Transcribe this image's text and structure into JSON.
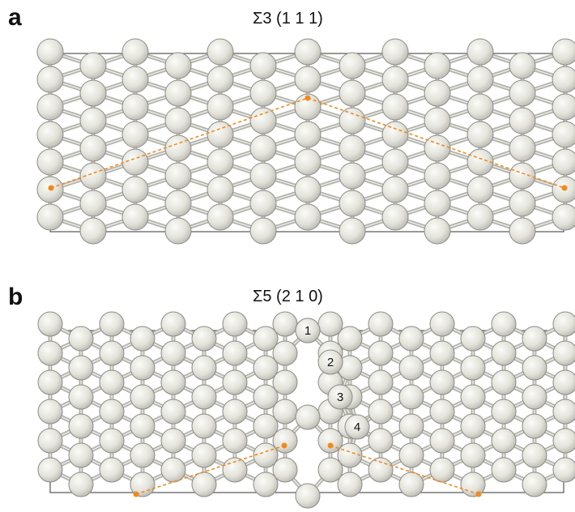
{
  "figure": {
    "panels": [
      {
        "id": "a",
        "letter": "a",
        "title": "Σ3 (1 1 1)"
      },
      {
        "id": "b",
        "letter": "b",
        "title": "Σ5 (2 1 0)",
        "site_labels": [
          "1",
          "2",
          "3",
          "4"
        ]
      }
    ]
  },
  "colors": {
    "atom_fill": "#e6e6de",
    "atom_stroke": "#8c8c86",
    "bond": "#b4b4ae",
    "cell_line": "#555555",
    "marker": "#f08a1e"
  }
}
